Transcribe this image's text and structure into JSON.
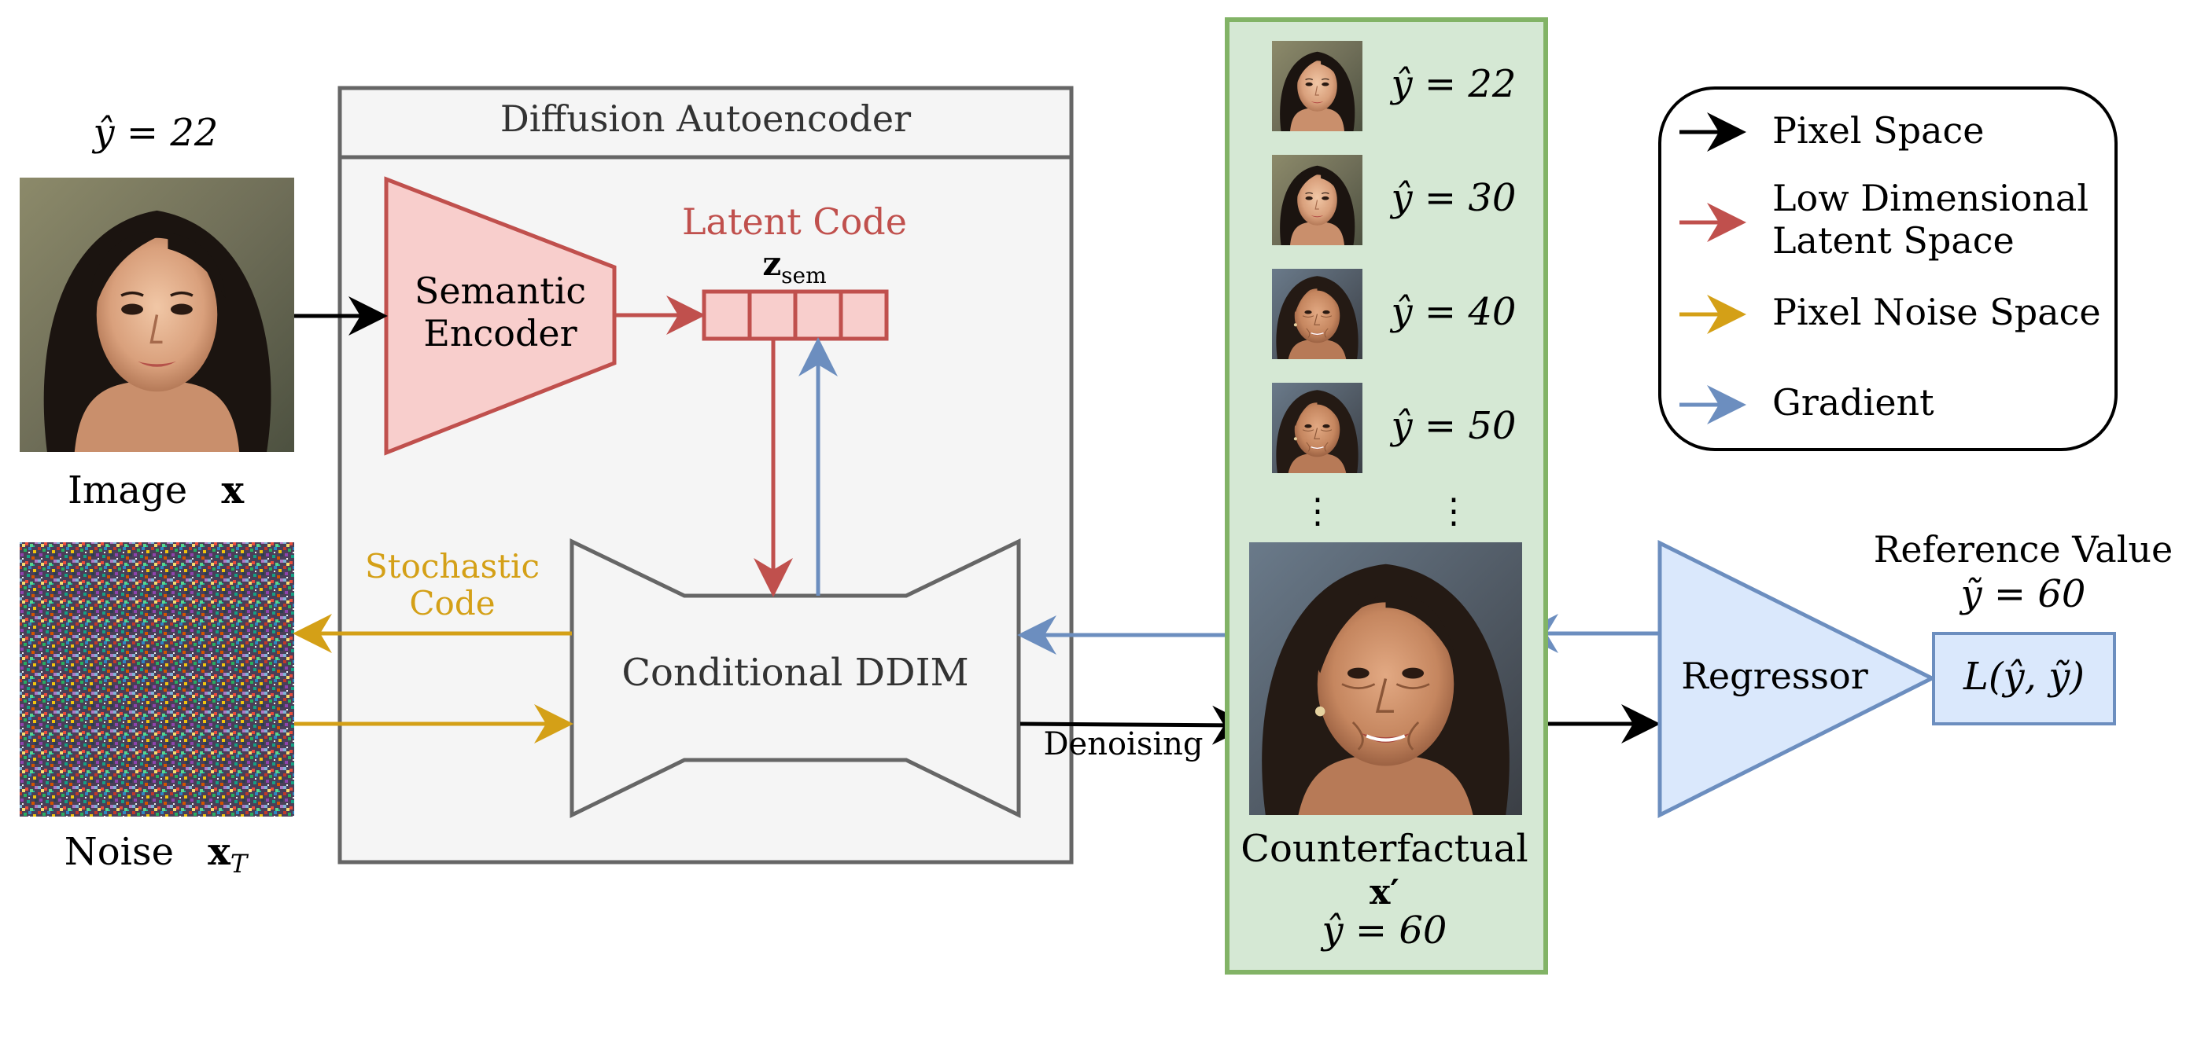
{
  "input_image": {
    "pred_label": "ŷ = 22",
    "caption_word": "Image",
    "caption_symbol": "x"
  },
  "noise_image": {
    "caption_word": "Noise",
    "caption_symbol": "x",
    "caption_subscript": "T"
  },
  "autoencoder": {
    "title": "Diffusion Autoencoder",
    "encoder_line1": "Semantic",
    "encoder_line2": "Encoder",
    "latent_title": "Latent Code",
    "latent_symbol": "z",
    "latent_subscript": "sem",
    "ddim_label": "Conditional DDIM",
    "stochastic_line1": "Stochastic",
    "stochastic_line2": "Code"
  },
  "denoising_label": "Denoising",
  "counterfactual_panel": {
    "thumbnails": [
      {
        "label": "ŷ = 22"
      },
      {
        "label": "ŷ = 30"
      },
      {
        "label": "ŷ = 40"
      },
      {
        "label": "ŷ = 50"
      }
    ],
    "dots_left": "⋮",
    "dots_right": "⋮",
    "caption_word": "Counterfactual",
    "caption_symbol": "x′",
    "caption_pred": "ŷ = 60"
  },
  "regressor": {
    "label": "Regressor",
    "reference_title": "Reference Value",
    "reference_value": "ỹ = 60",
    "loss_label": "L(ŷ, ỹ)"
  },
  "legend": {
    "items": [
      {
        "label_line1": "Pixel Space",
        "label_line2": "",
        "color": "#000000"
      },
      {
        "label_line1": "Low Dimensional",
        "label_line2": "Latent Space",
        "color": "#c0504d"
      },
      {
        "label_line1": "Pixel Noise Space",
        "label_line2": "",
        "color": "#d4a017"
      },
      {
        "label_line1": "Gradient",
        "label_line2": "",
        "color": "#6c8ebf"
      }
    ]
  },
  "colors": {
    "black": "#000000",
    "latent_red": "#c0504d",
    "noise_gold": "#d4a017",
    "gradient_blue": "#6c8ebf",
    "encoder_fill": "#f8cecc",
    "panel_green": "#d5e8d4",
    "panel_green_border": "#82b366",
    "regressor_fill": "#dae8fc"
  }
}
